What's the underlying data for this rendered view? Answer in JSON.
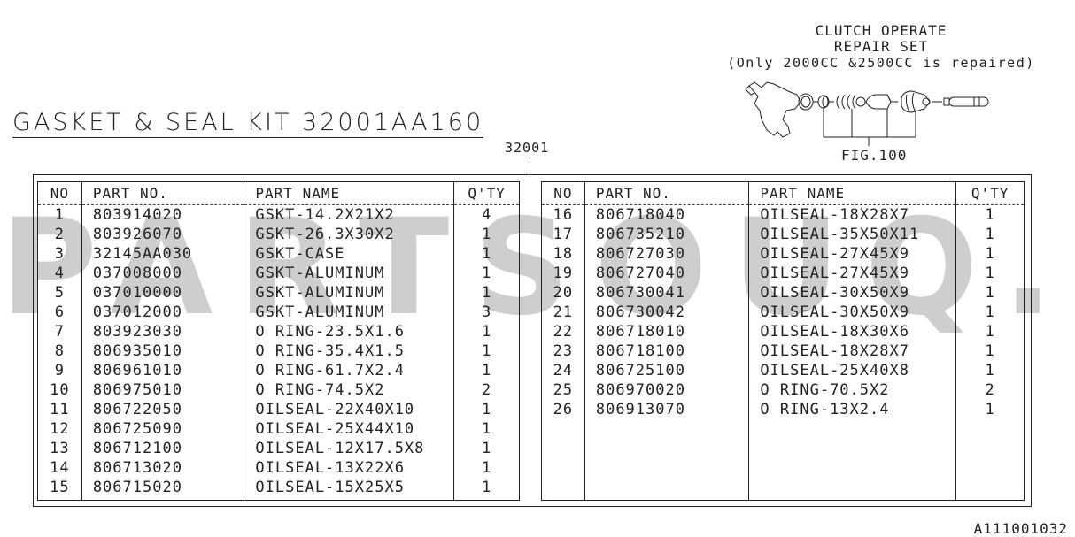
{
  "watermark": "PARTSOUQ.COM",
  "kit": {
    "title": "GASKET & SEAL KIT 32001AA160",
    "reference_number": "32001"
  },
  "figure": {
    "title_line1": "CLUTCH OPERATE",
    "title_line2": "REPAIR SET",
    "note": "(Only 2000CC &2500CC is repaired)",
    "label": "FIG.100",
    "icon": "clutch-operate-exploded-drawing"
  },
  "table": {
    "headers": {
      "no": "NO",
      "part_no": "PART NO.",
      "part_name": "PART NAME",
      "qty": "Q'TY"
    },
    "left_rows": [
      {
        "no": "1",
        "part_no": "803914020",
        "part_name": "GSKT-14.2X21X2",
        "qty": "4"
      },
      {
        "no": "2",
        "part_no": "803926070",
        "part_name": "GSKT-26.3X30X2",
        "qty": "1"
      },
      {
        "no": "3",
        "part_no": "32145AA030",
        "part_name": "GSKT-CASE",
        "qty": "1"
      },
      {
        "no": "4",
        "part_no": "037008000",
        "part_name": "GSKT-ALUMINUM",
        "qty": "1"
      },
      {
        "no": "5",
        "part_no": "037010000",
        "part_name": "GSKT-ALUMINUM",
        "qty": "1"
      },
      {
        "no": "6",
        "part_no": "037012000",
        "part_name": "GSKT-ALUMINUM",
        "qty": "3"
      },
      {
        "no": "7",
        "part_no": "803923030",
        "part_name": "O RING-23.5X1.6",
        "qty": "1"
      },
      {
        "no": "8",
        "part_no": "806935010",
        "part_name": "O RING-35.4X1.5",
        "qty": "1"
      },
      {
        "no": "9",
        "part_no": "806961010",
        "part_name": "O RING-61.7X2.4",
        "qty": "1"
      },
      {
        "no": "10",
        "part_no": "806975010",
        "part_name": "O RING-74.5X2",
        "qty": "2"
      },
      {
        "no": "11",
        "part_no": "806722050",
        "part_name": "OILSEAL-22X40X10",
        "qty": "1"
      },
      {
        "no": "12",
        "part_no": "806725090",
        "part_name": "OILSEAL-25X44X10",
        "qty": "1"
      },
      {
        "no": "13",
        "part_no": "806712100",
        "part_name": "OILSEAL-12X17.5X8",
        "qty": "1"
      },
      {
        "no": "14",
        "part_no": "806713020",
        "part_name": "OILSEAL-13X22X6",
        "qty": "1"
      },
      {
        "no": "15",
        "part_no": "806715020",
        "part_name": "OILSEAL-15X25X5",
        "qty": "1"
      }
    ],
    "right_rows": [
      {
        "no": "16",
        "part_no": "806718040",
        "part_name": "OILSEAL-18X28X7",
        "qty": "1"
      },
      {
        "no": "17",
        "part_no": "806735210",
        "part_name": "OILSEAL-35X50X11",
        "qty": "1"
      },
      {
        "no": "18",
        "part_no": "806727030",
        "part_name": "OILSEAL-27X45X9",
        "qty": "1"
      },
      {
        "no": "19",
        "part_no": "806727040",
        "part_name": "OILSEAL-27X45X9",
        "qty": "1"
      },
      {
        "no": "20",
        "part_no": "806730041",
        "part_name": "OILSEAL-30X50X9",
        "qty": "1"
      },
      {
        "no": "21",
        "part_no": "806730042",
        "part_name": "OILSEAL-30X50X9",
        "qty": "1"
      },
      {
        "no": "22",
        "part_no": "806718010",
        "part_name": "OILSEAL-18X30X6",
        "qty": "1"
      },
      {
        "no": "23",
        "part_no": "806718100",
        "part_name": "OILSEAL-18X28X7",
        "qty": "1"
      },
      {
        "no": "24",
        "part_no": "806725100",
        "part_name": "OILSEAL-25X40X8",
        "qty": "1"
      },
      {
        "no": "25",
        "part_no": "806970020",
        "part_name": "O RING-70.5X2",
        "qty": "2"
      },
      {
        "no": "26",
        "part_no": "806913070",
        "part_name": "O RING-13X2.4",
        "qty": "1"
      }
    ]
  },
  "drawing_code": "A111001032",
  "colors": {
    "ink": "#222222",
    "watermark": "#c9c9c9",
    "background": "#ffffff"
  }
}
